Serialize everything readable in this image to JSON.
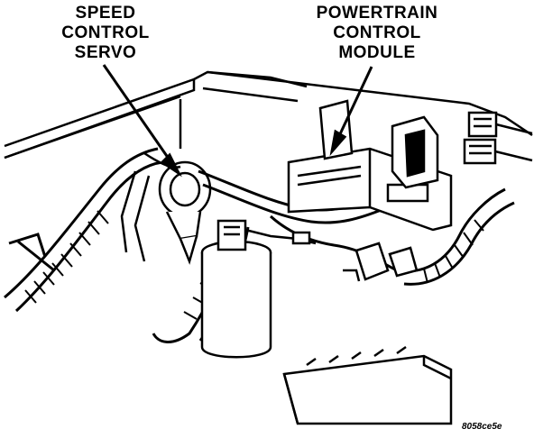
{
  "callouts": {
    "speed_control_servo": [
      "SPEED",
      "CONTROL",
      "SERVO"
    ],
    "powertrain_control_module": [
      "POWERTRAIN",
      "CONTROL",
      "MODULE"
    ]
  },
  "figure_code": "8058ce5e"
}
